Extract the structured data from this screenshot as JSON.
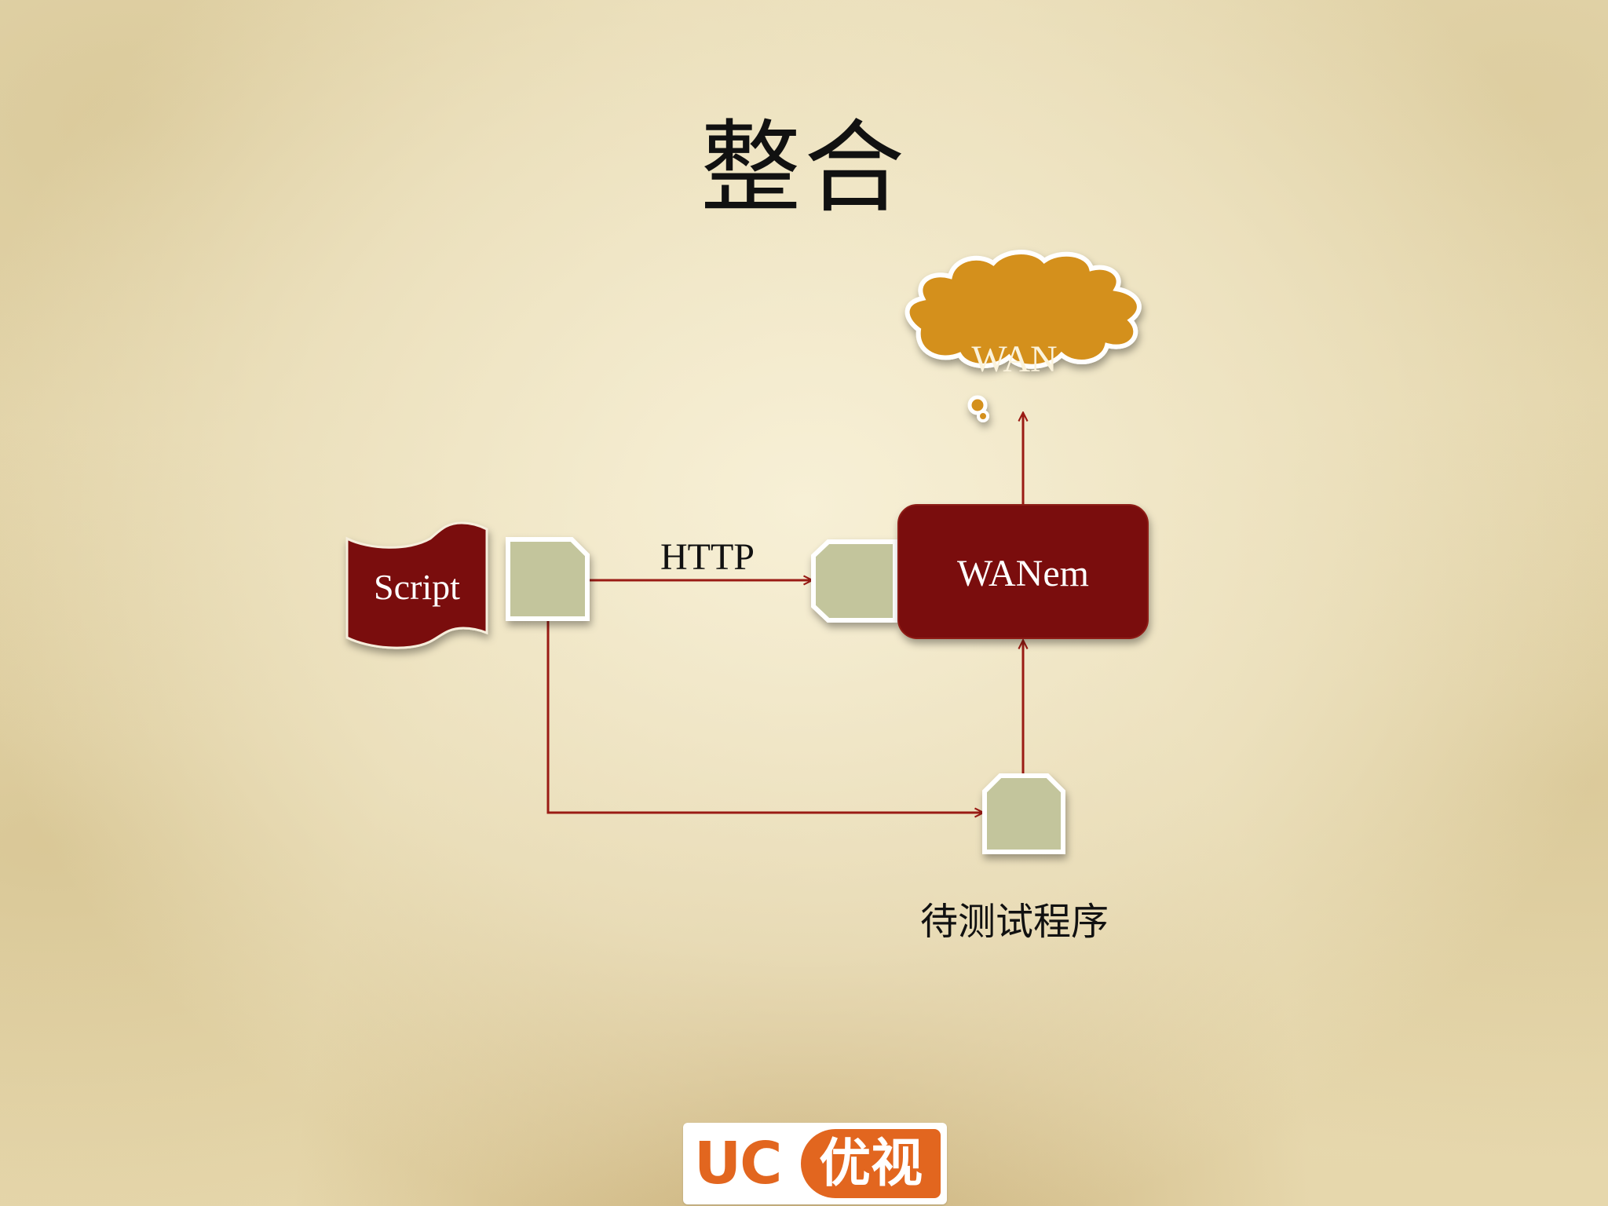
{
  "slide": {
    "title": "整合"
  },
  "diagram": {
    "nodes": {
      "script": "Script",
      "wanem": "WANem",
      "wan": "WAN",
      "app_under_test": "待测试程序"
    },
    "edges": {
      "http": "HTTP"
    }
  },
  "logo": {
    "latin": "UC",
    "chinese": "优视"
  },
  "colors": {
    "background": "#ede2bf",
    "dark_red": "#7a0c0c",
    "arrow": "#9a1b14",
    "port_fill": "#c3c59c",
    "cloud_fill": "#d4901f",
    "logo_orange": "#e2661f"
  }
}
